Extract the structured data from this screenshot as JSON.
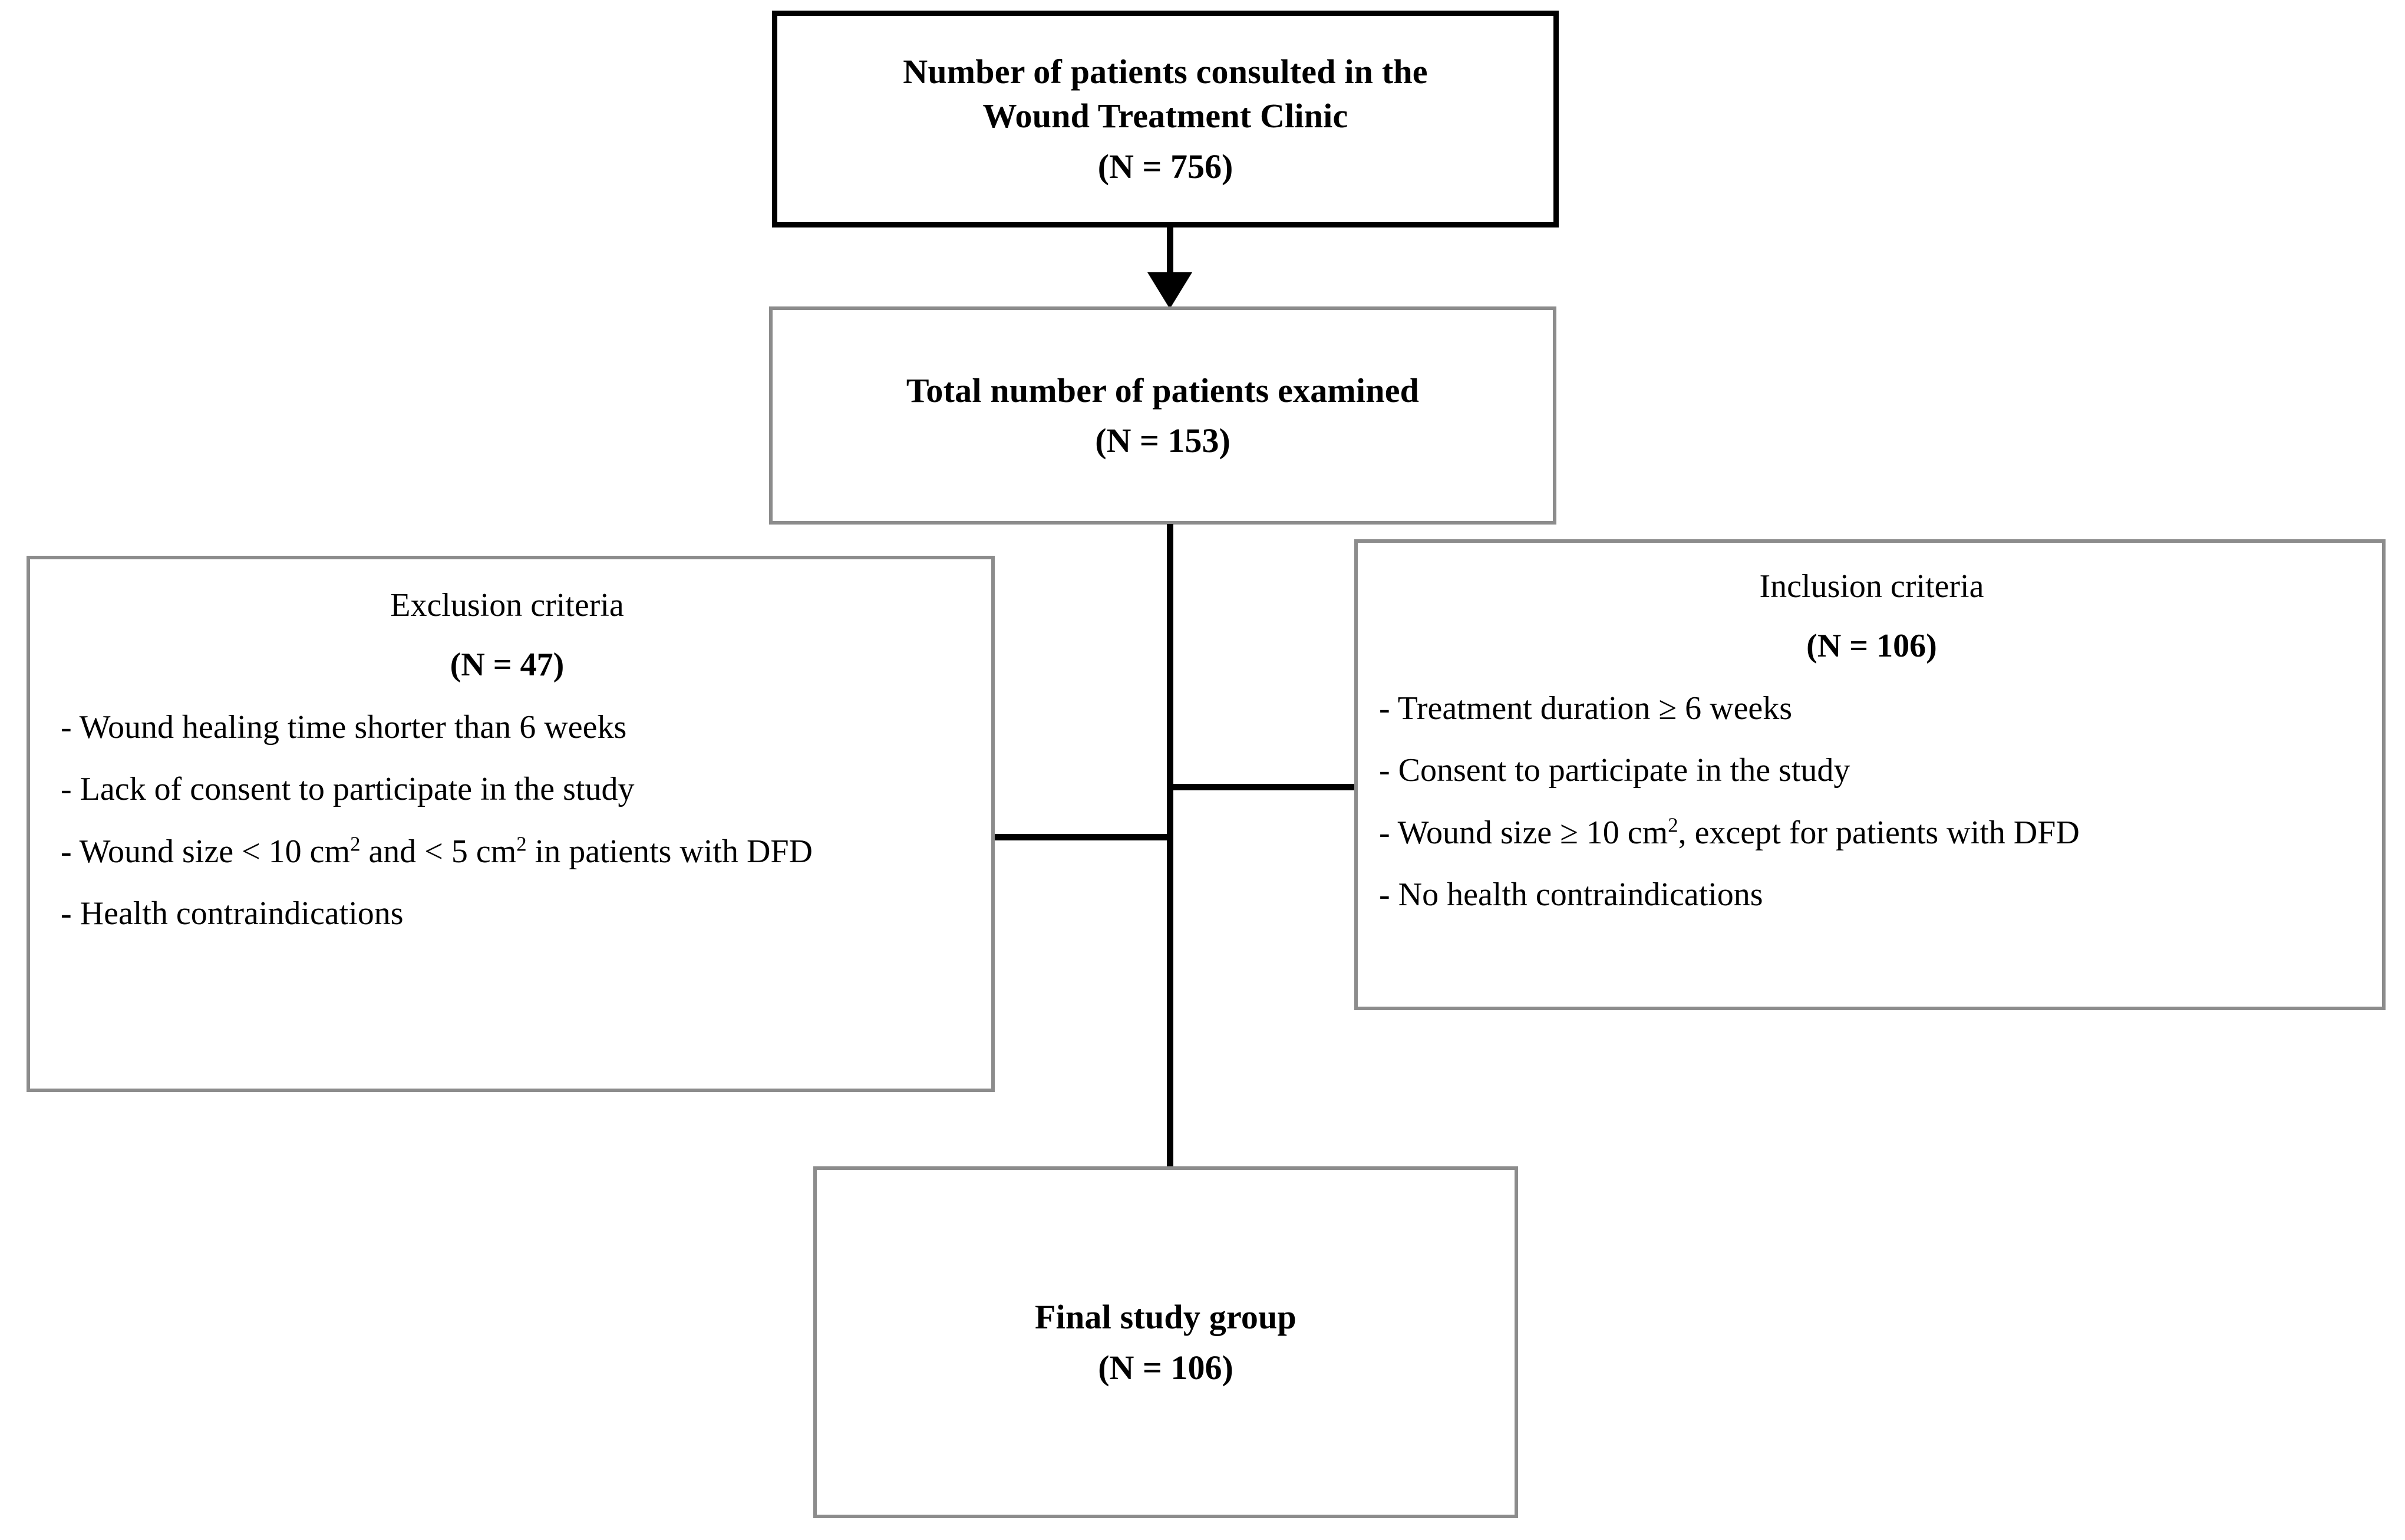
{
  "chart_data": {
    "type": "diagram",
    "title": "Patient selection flow diagram",
    "nodes": [
      {
        "id": "consulted",
        "label": "Number of patients consulted in the Wound Treatment Clinic",
        "count": 756
      },
      {
        "id": "examined",
        "label": "Total number of patients examined",
        "count": 153
      },
      {
        "id": "exclusion",
        "label": "Exclusion criteria",
        "count": 47
      },
      {
        "id": "inclusion",
        "label": "Inclusion criteria",
        "count": 106
      },
      {
        "id": "final",
        "label": "Final study group",
        "count": 106
      }
    ],
    "edges": [
      {
        "from": "consulted",
        "to": "examined",
        "type": "arrow"
      },
      {
        "from": "examined",
        "to": "exclusion",
        "type": "line"
      },
      {
        "from": "examined",
        "to": "inclusion",
        "type": "line"
      },
      {
        "from": "examined",
        "to": "final",
        "type": "line"
      }
    ]
  },
  "boxes": {
    "consulted": {
      "title_line1": "Number of patients consulted in the",
      "title_line2": "Wound Treatment Clinic",
      "count": "(N = 756)"
    },
    "examined": {
      "title": "Total number of patients examined",
      "count": "(N = 153)"
    },
    "exclusion": {
      "title": "Exclusion criteria",
      "count": "(N = 47)",
      "items": [
        "- Wound healing time shorter than 6 weeks",
        "- Lack of consent to participate in the study",
        "- Wound size < 10 cm² and < 5 cm² in patients with  DFD",
        "- Health contraindications"
      ],
      "item_parts": {
        "i0": "- Wound healing time shorter than 6 weeks",
        "i1": "- Lack of consent to participate in the study",
        "i2_a": "- Wound size < 10 cm",
        "i2_sup1": "2",
        "i2_b": " and < 5 cm",
        "i2_sup2": "2",
        "i2_c": " in patients with  DFD",
        "i3": "- Health contraindications"
      }
    },
    "inclusion": {
      "title": "Inclusion criteria",
      "count": "(N = 106)",
      "items": [
        "- Treatment duration ≥ 6 weeks",
        "- Consent to participate in the study",
        "- Wound size ≥ 10 cm², except for patients with DFD",
        "- No health contraindications"
      ],
      "item_parts": {
        "i0": "- Treatment duration ≥ 6 weeks",
        "i1": "- Consent to participate in the study",
        "i2_a": "- Wound size ≥ 10 cm",
        "i2_sup": "2",
        "i2_b": ", except for patients with DFD",
        "i3": "- No health contraindications"
      }
    },
    "final": {
      "title": "Final study group",
      "count": "(N = 106)"
    }
  },
  "colors": {
    "line": "#000000",
    "thin_border": "#8c8c8c",
    "background": "#ffffff",
    "text": "#000000"
  }
}
